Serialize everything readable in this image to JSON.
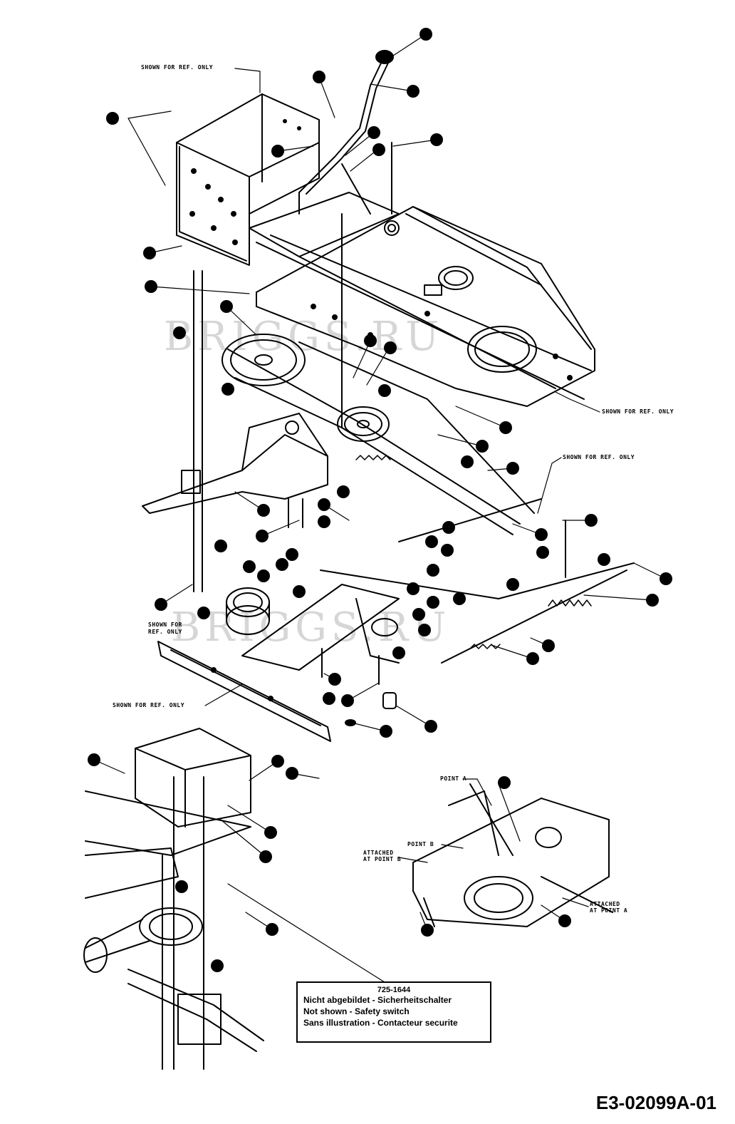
{
  "watermark": "BRIGGS.RU",
  "ref_notes": {
    "shown_for_ref_only": "SHOWN FOR REF. ONLY",
    "shown_for_ref_only_2": "SHOWN FOR REF. ONLY",
    "shown_for_ref_only_3": "SHOWN FOR REF. ONLY",
    "shown_for_ref_only_4": "SHOWN FOR REF. ONLY",
    "shown_for_ref_only_5a": "SHOWN FOR",
    "shown_for_ref_only_5b": "REF. ONLY",
    "point_a": "POINT A",
    "point_b": "POINT B",
    "attached_at_point_b_1": "ATTACHED",
    "attached_at_point_b_2": "AT POINT B",
    "attached_at_point_a_1": "ATTACHED",
    "attached_at_point_a_2": "AT POINT A"
  },
  "info_box": {
    "part_number": "725-1644",
    "line_de": "Nicht abgebildet - Sicherheitschalter",
    "line_en": "Not shown - Safety switch",
    "line_fr": "Sans illustration - Contacteur securite"
  },
  "diagram_code": "E3-02099A-01"
}
